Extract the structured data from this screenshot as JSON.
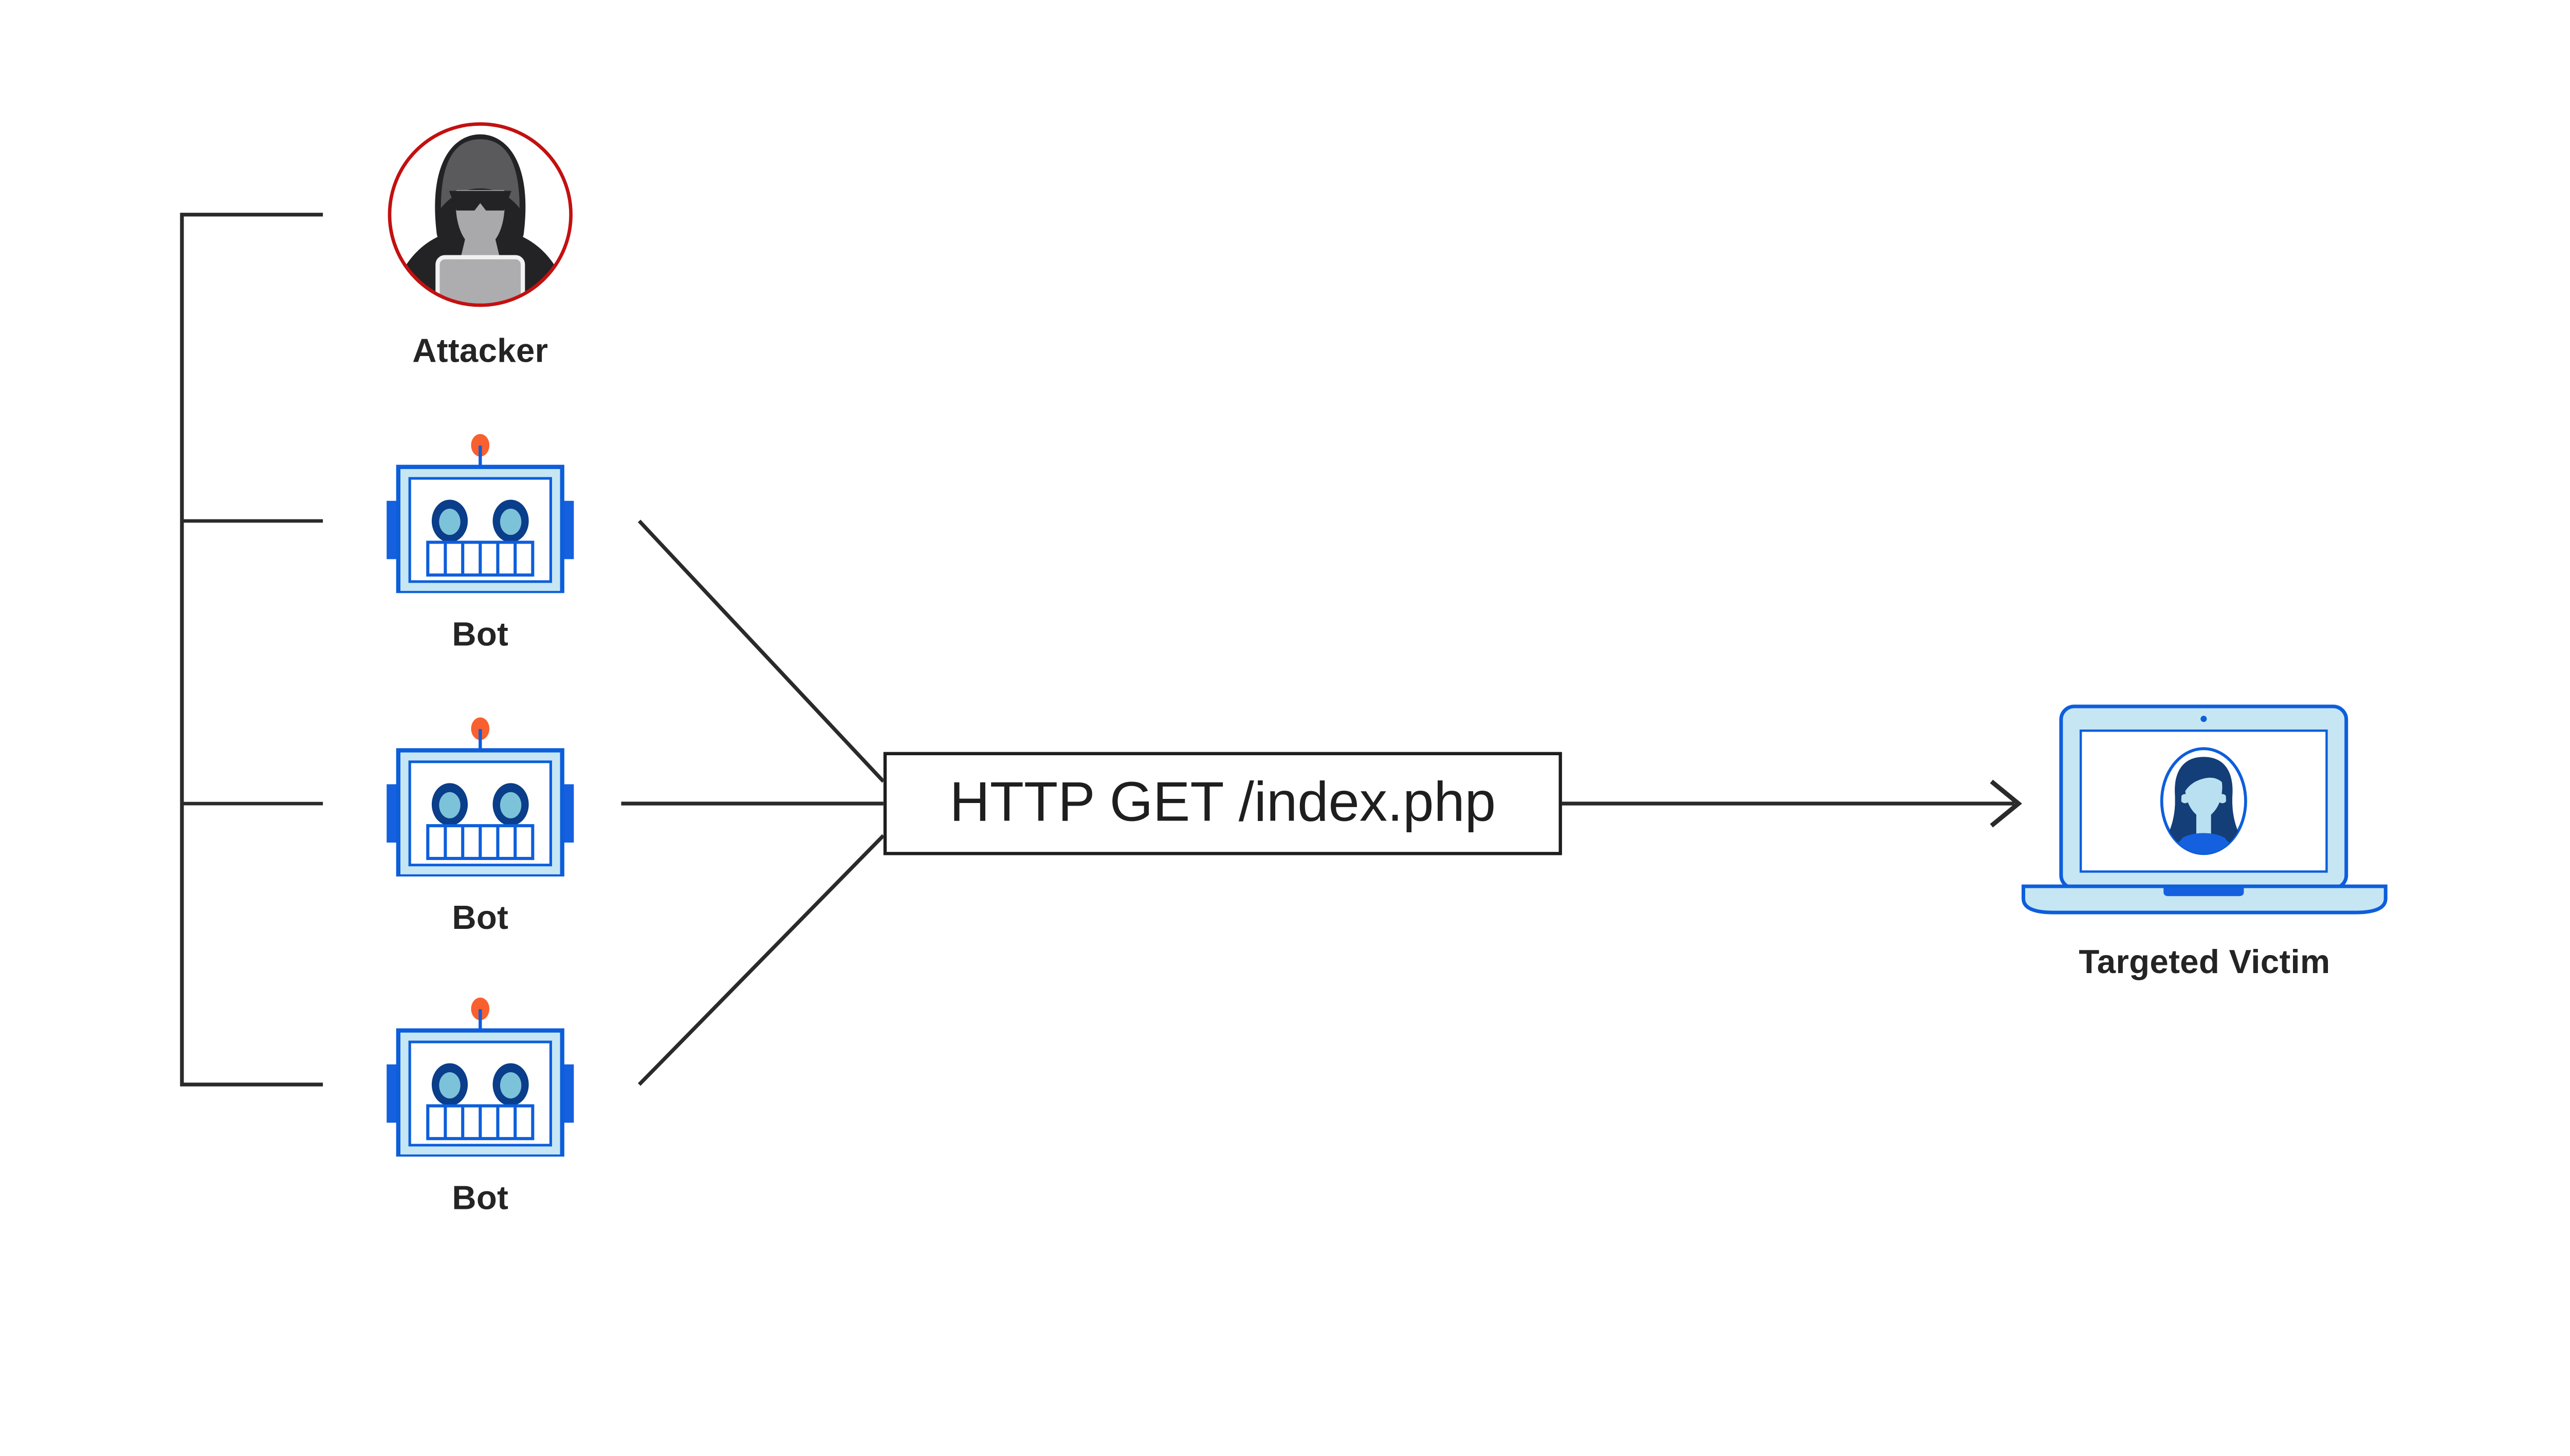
{
  "attacker": {
    "label": "Attacker"
  },
  "bots": [
    {
      "label": "Bot"
    },
    {
      "label": "Bot"
    },
    {
      "label": "Bot"
    }
  ],
  "request": {
    "label": "HTTP GET /index.php"
  },
  "victim": {
    "label": "Targeted Victim"
  },
  "colors": {
    "line": "#2a2a2a",
    "text": "#242424",
    "box_border": "#1e1e1e",
    "blue": "#0d5edb",
    "blue_bright": "#1560de",
    "blue_pale": "#c6e6f3",
    "navy": "#0a3d8a",
    "cyan_light": "#7cc3da",
    "face_blue": "#b9e0f0",
    "hair_navy": "#133e78",
    "orange": "#f9602f",
    "red": "#c31010",
    "gray_dark": "#232225",
    "gray_hood": "#5a595c",
    "gray_face": "#a9a8ab",
    "gray_laptop": "#adacaf",
    "laptop_edge": "#f2f2f2"
  }
}
